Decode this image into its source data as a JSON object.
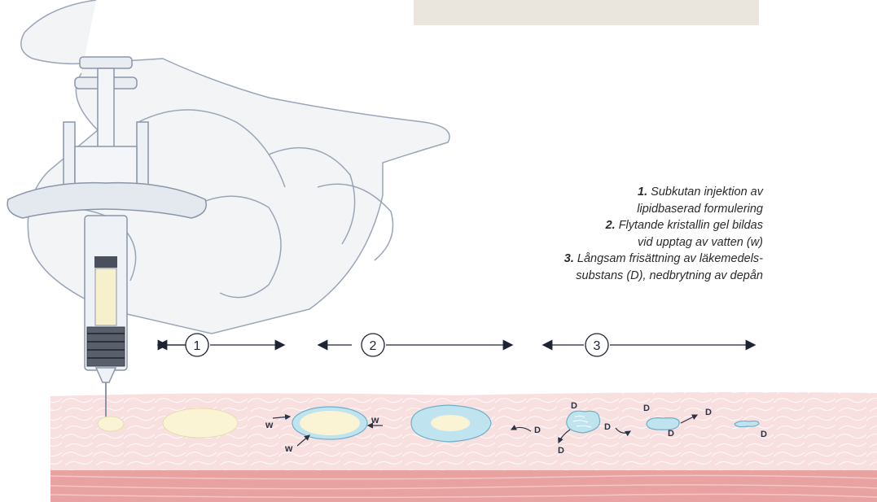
{
  "colors": {
    "skin": "#f7dede",
    "muscle": "#eba3a3",
    "muscle_line": "#f7c8c8",
    "depot": "#fbf4d4",
    "gel": "#bfe4ef",
    "gel_edge": "#6fb0c8",
    "arrow": "#2a3346",
    "hand_outline": "#9aa6b8",
    "hand_fill": "#eef1f4",
    "syringe_outline": "#8a96a8",
    "box": "#ebe6dd"
  },
  "steps": [
    {
      "number": "1"
    },
    {
      "number": "2"
    },
    {
      "number": "3"
    }
  ],
  "legend": [
    {
      "num": "1.",
      "lines": [
        "Subkutan injektion av",
        "lipidbaserad formulering"
      ]
    },
    {
      "num": "2.",
      "lines": [
        "Flytande kristallin gel bildas",
        "vid upptag av vatten (w)"
      ]
    },
    {
      "num": "3.",
      "lines": [
        "Långsam frisättning av läkemedels-",
        "substans (D), nedbrytning av depån"
      ]
    }
  ],
  "labels": {
    "water": "w",
    "drug": "D"
  }
}
